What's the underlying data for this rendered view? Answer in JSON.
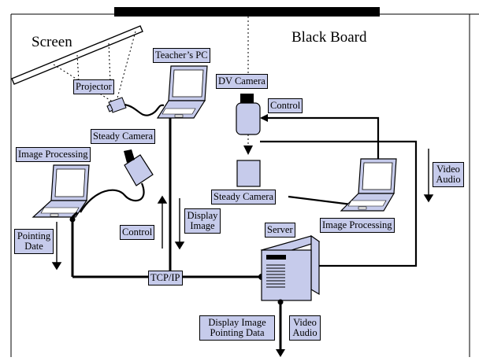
{
  "diagram": {
    "screen_title": "Screen",
    "blackboard_title": "Black Board",
    "labels": {
      "projector": "Projector",
      "teachers_pc": "Teacher’s PC",
      "steady_camera_left": "Steady Camera",
      "image_processing_left": "Image Processing",
      "dv_camera": "DV Camera",
      "control_top": "Control",
      "video_audio_right_1": "Video",
      "video_audio_right_2": "Audio",
      "steady_camera_right": "Steady Camera",
      "image_processing_right": "Image Processing",
      "display_image_1": "Display",
      "display_image_2": "Image",
      "control_mid": "Control",
      "server": "Server",
      "pointing_date_1": "Pointing",
      "pointing_date_2": "Date",
      "tcpip": "TCP/IP",
      "display_pointing_1": "Display Image",
      "display_pointing_2": "Pointing Data",
      "video_audio_bottom_1": "Video",
      "video_audio_bottom_2": "Audio"
    }
  }
}
